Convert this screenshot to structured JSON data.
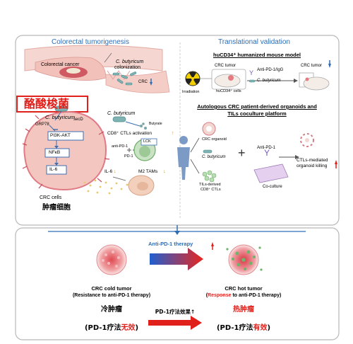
{
  "left_panel": {
    "title": "Colorectal tumorigenesis",
    "colorectal_cancer": "Colorectal cancer",
    "c_butyricum_colonization_1": "C. butyricum",
    "c_butyricum_colonization_2": "colonization",
    "crc_label": "CRC",
    "chinese_label": "酪酸梭菌",
    "c_butyricum_cell": "C. butyricum",
    "c_butyricum_ctl": "C. butyricum",
    "secd": "secD",
    "grp78": "GRP78",
    "pi3k_akt": "PI3K-AKT",
    "nfkb": "NFκB",
    "il6_box": "IL-6",
    "crc_cells": "CRC cells",
    "tumor_cells_cn": "肿瘤细胞",
    "butyrate": "Butyrate",
    "cd8_activation": "CD8⁺ CTLs activation",
    "lck": "LCK",
    "anti_pd1": "anti-PD-1",
    "pd1": "PD-1",
    "il6_down": "IL-6",
    "m2_tams": "M2 TAMs"
  },
  "right_panel": {
    "title": "Translational validation",
    "mouse_model_title": "huCD34⁺ humanized mouse model",
    "crc_tumor": "CRC tumor",
    "anti_pd1_igg": "Anti-PD-1/IgG",
    "c_butyricum": "C. butyricum",
    "crc_tumor_after": "CRC tumor",
    "irradiation": "Irradiation",
    "hucd34_cells": "huCD34⁺ cells",
    "organoid_title_1": "Autologous CRC patient-derived organoids and",
    "organoid_title_2": "TILs coculture platform",
    "crc_organoid": "CRC organoid",
    "c_butyricum_2": "C. butyricum",
    "anti_pd1_2": "Anti-PD-1",
    "tils_1": "TILs-derived",
    "tils_2": "CD8⁺ CTLs",
    "coculture": "Co-culture",
    "killing_1": "CTLs-mediated",
    "killing_2": "organoid killing"
  },
  "bottom": {
    "therapy_label": "Anti-PD-1 therapy",
    "cold_title": "CRC cold tumor",
    "cold_sub": "(Resistance to anti-PD-1 therapy)",
    "hot_title": "CRC hot tumor",
    "hot_sub_pre": "(",
    "hot_sub_red": "Response",
    "hot_sub_post": " to anti-PD-1 therapy)",
    "cold_cn": "冷肿瘤",
    "hot_cn": "热肿瘤",
    "effect_cn": "PD-1疗法效果↑",
    "cold_cn_sub_pre": "(PD-1疗法",
    "cold_cn_sub_red": "无效",
    "cold_cn_sub_post": ")",
    "hot_cn_sub_pre": "(PD-1疗法",
    "hot_cn_sub_red": "有效",
    "hot_cn_sub_post": ")"
  },
  "colors": {
    "accent_blue": "#2f6db3",
    "red": "#e0201b",
    "cell_pink": "#f3c6c0"
  }
}
